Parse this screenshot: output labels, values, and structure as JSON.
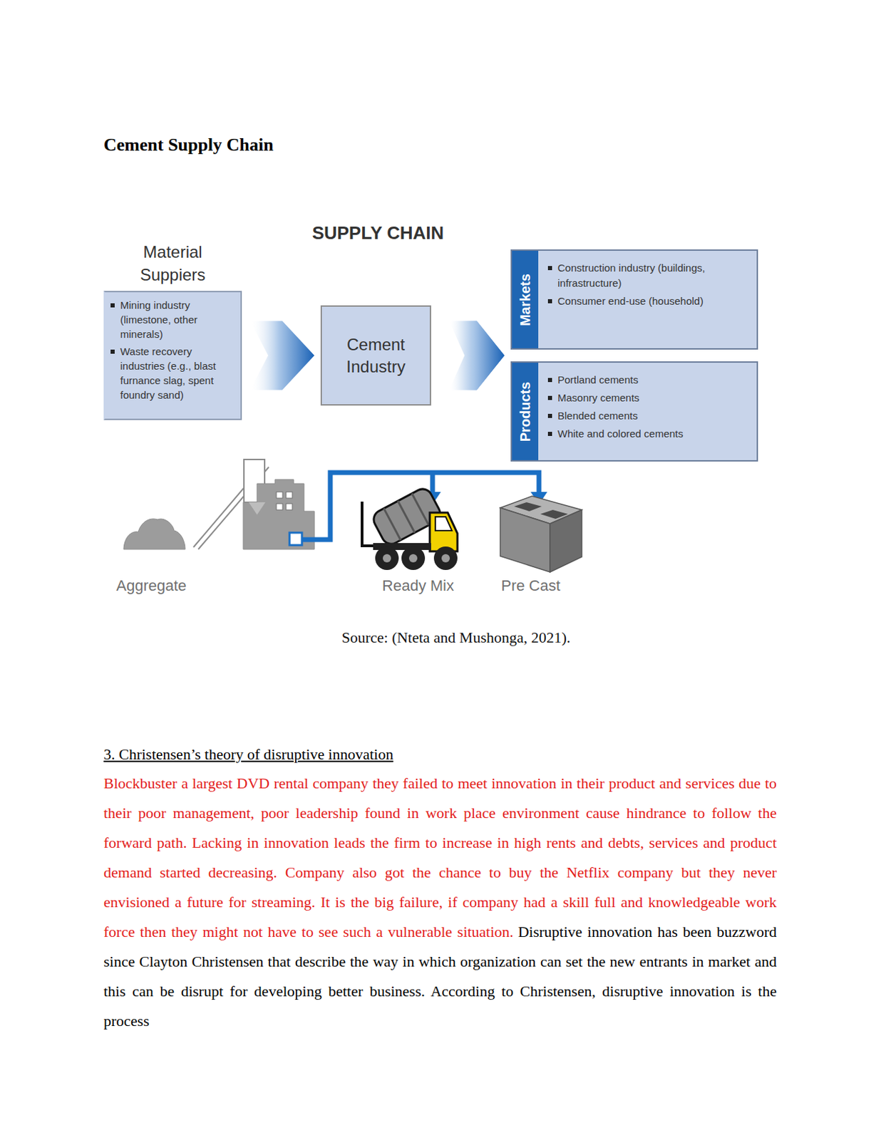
{
  "diagram": {
    "title": "SUPPLY CHAIN",
    "caption": "Source: (Nteta and Mushonga, 2021).",
    "nodes": [
      {
        "text": [
          "Material Suppiers",
          "Mining industry (limestone, other minerals)",
          "Waste recovery industries (e.g., blast furnance slag, spent foundry sand)"
        ]
      },
      {
        "text": [
          "Cement Industry"
        ]
      },
      {
        "text": [
          "Markets",
          "Construction industry (buildings, infrastructure)",
          "Consumer end-use (household)"
        ]
      },
      {
        "text": [
          "Products",
          "Portland cements",
          "Masonry cements",
          "Blended cements",
          "White and colored cements"
        ]
      }
    ],
    "edges": [
      {
        "from": 0,
        "to": 1,
        "arrow": "to"
      },
      {
        "from": 1,
        "to": 2,
        "arrow": "to"
      },
      {
        "from": 1,
        "to": 3,
        "arrow": "to"
      }
    ],
    "labels": [
      "Cement Supply Chain",
      "Aggregate",
      "Ready Mix",
      "Pre Cast",
      "3. Christensen’s theory of disruptive innovation",
      "Blockbuster a largest DVD rental company they failed to meet innovation in their product and services due to their poor management, poor leadership found in work place environment cause hindrance to follow the forward path. Lacking in innovation leads the firm to increase in high rents and debts, services and product demand started decreasing. Company also got the chance to buy the Netflix company but they never envisioned a future for streaming. It is the big failure, if company had a skill full and knowledgeable work force then they might not have to see such a vulnerable situation.",
      "Disruptive innovation has been buzzword since Clayton Christensen that describe the way in which organization can set the new entrants in market and this can be disrupt for developing better business. According to Christensen, disruptive innovation is the process"
    ]
  }
}
